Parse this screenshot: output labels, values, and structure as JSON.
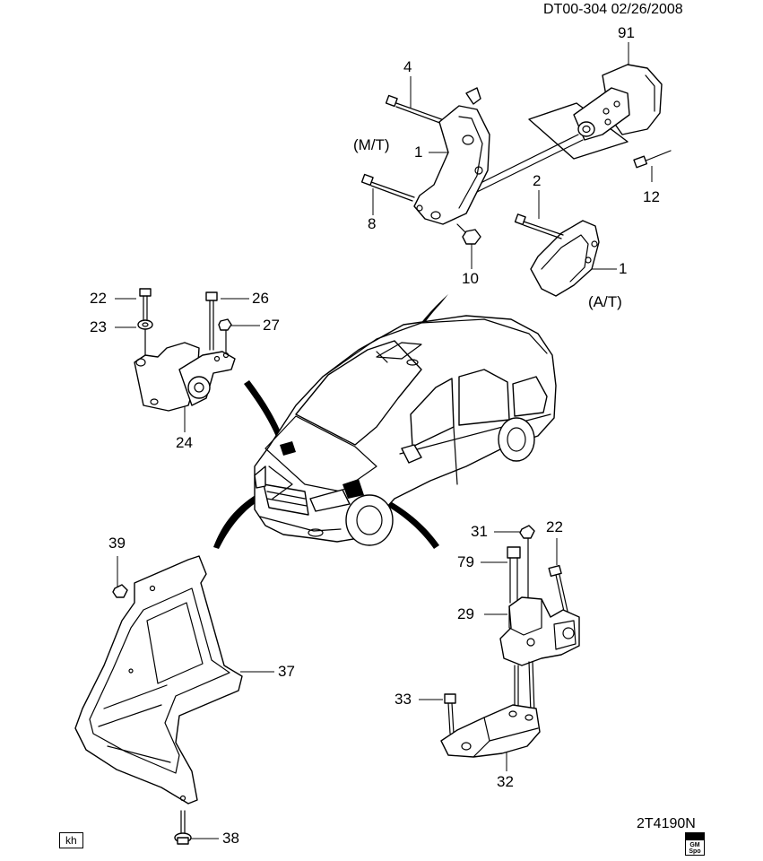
{
  "header": {
    "ref": "DT00-304  02/26/2008"
  },
  "footer": {
    "drawing_no": "2T4190N",
    "tag": "kh",
    "logo_top": "GM",
    "logo_bottom": "Spo"
  },
  "labels": {
    "p91": "91",
    "p4": "4",
    "mt": "(M/T)",
    "p1_mt": "1",
    "p2": "2",
    "p12": "12",
    "p8": "8",
    "p10": "10",
    "p1_at": "1",
    "at": "(A/T)",
    "p22_left": "22",
    "p23": "23",
    "p26": "26",
    "p27": "27",
    "p24": "24",
    "p31": "31",
    "p22_right": "22",
    "p79": "79",
    "p29": "29",
    "p33": "33",
    "p32": "32",
    "p39": "39",
    "p37": "37",
    "p38": "38"
  }
}
